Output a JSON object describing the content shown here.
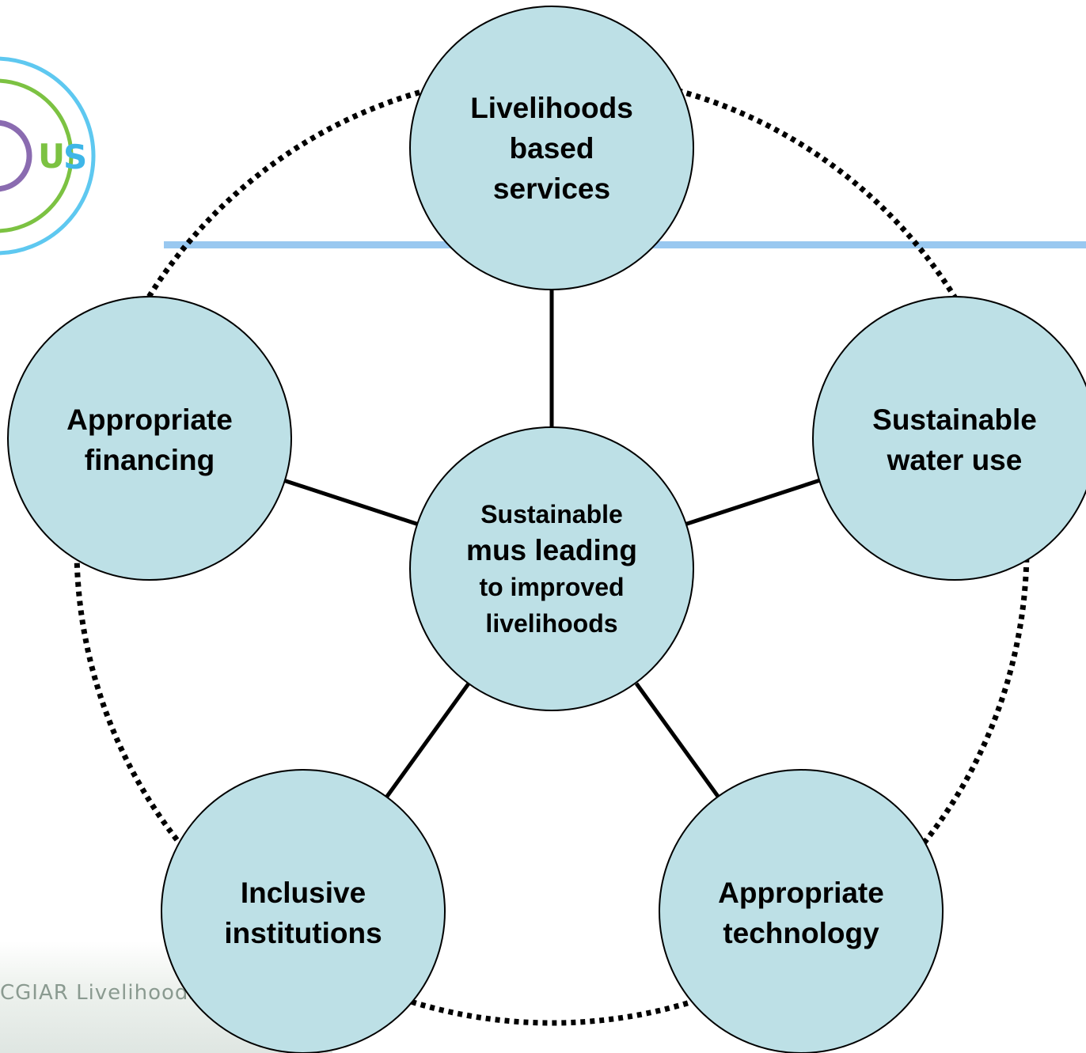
{
  "logo": {
    "text_u": "U",
    "text_s": "S",
    "colors": {
      "outer_ring": "#5ec8f0",
      "inner_ring": "#7cc242",
      "purple": "#8a6bb0",
      "letter_u": "#7cc242",
      "letter_s": "#3eb6e8"
    }
  },
  "footer_logo": {
    "text": "CGIAR Livelihoods"
  },
  "header_rule": {
    "color": "#99c8f0"
  },
  "diagram": {
    "node_fill": "#bde0e6",
    "node_stroke": "#000000",
    "center": {
      "id": "center",
      "lines": [
        "Sustainable",
        "mus leading",
        "to improved",
        "livelihoods"
      ]
    },
    "nodes": [
      {
        "id": "top",
        "lines": [
          "Livelihoods",
          "based",
          "services"
        ]
      },
      {
        "id": "right",
        "lines": [
          "Sustainable",
          "water use"
        ]
      },
      {
        "id": "bottom-right",
        "lines": [
          "Appropriate",
          "technology"
        ]
      },
      {
        "id": "bottom-left",
        "lines": [
          "Inclusive",
          "institutions"
        ]
      },
      {
        "id": "left",
        "lines": [
          "Appropriate",
          "financing"
        ]
      }
    ]
  }
}
